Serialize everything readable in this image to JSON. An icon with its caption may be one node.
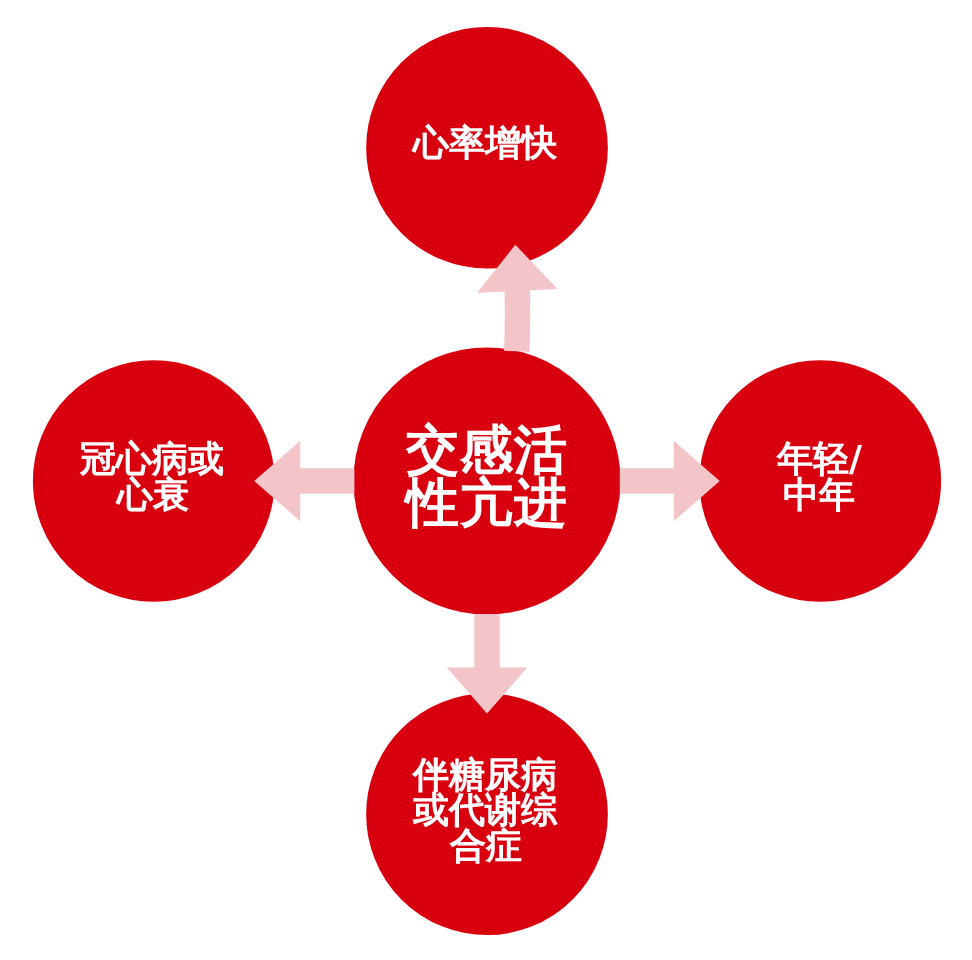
{
  "diagram": {
    "nodes": [
      {
        "text": [
          "心率增快"
        ]
      },
      {
        "text": [
          "冠心病或心衰"
        ]
      },
      {
        "text": [
          "交感活性亢进"
        ]
      },
      {
        "text": [
          "年轻/中年"
        ]
      },
      {
        "text": [
          "伴糖尿病或代谢综合症"
        ]
      }
    ],
    "edges": [
      {
        "from": 2,
        "to": 0,
        "arrow": "to"
      },
      {
        "from": 2,
        "to": 1,
        "arrow": "to"
      },
      {
        "from": 2,
        "to": 3,
        "arrow": "to"
      },
      {
        "from": 2,
        "to": 4,
        "arrow": "to"
      }
    ]
  }
}
